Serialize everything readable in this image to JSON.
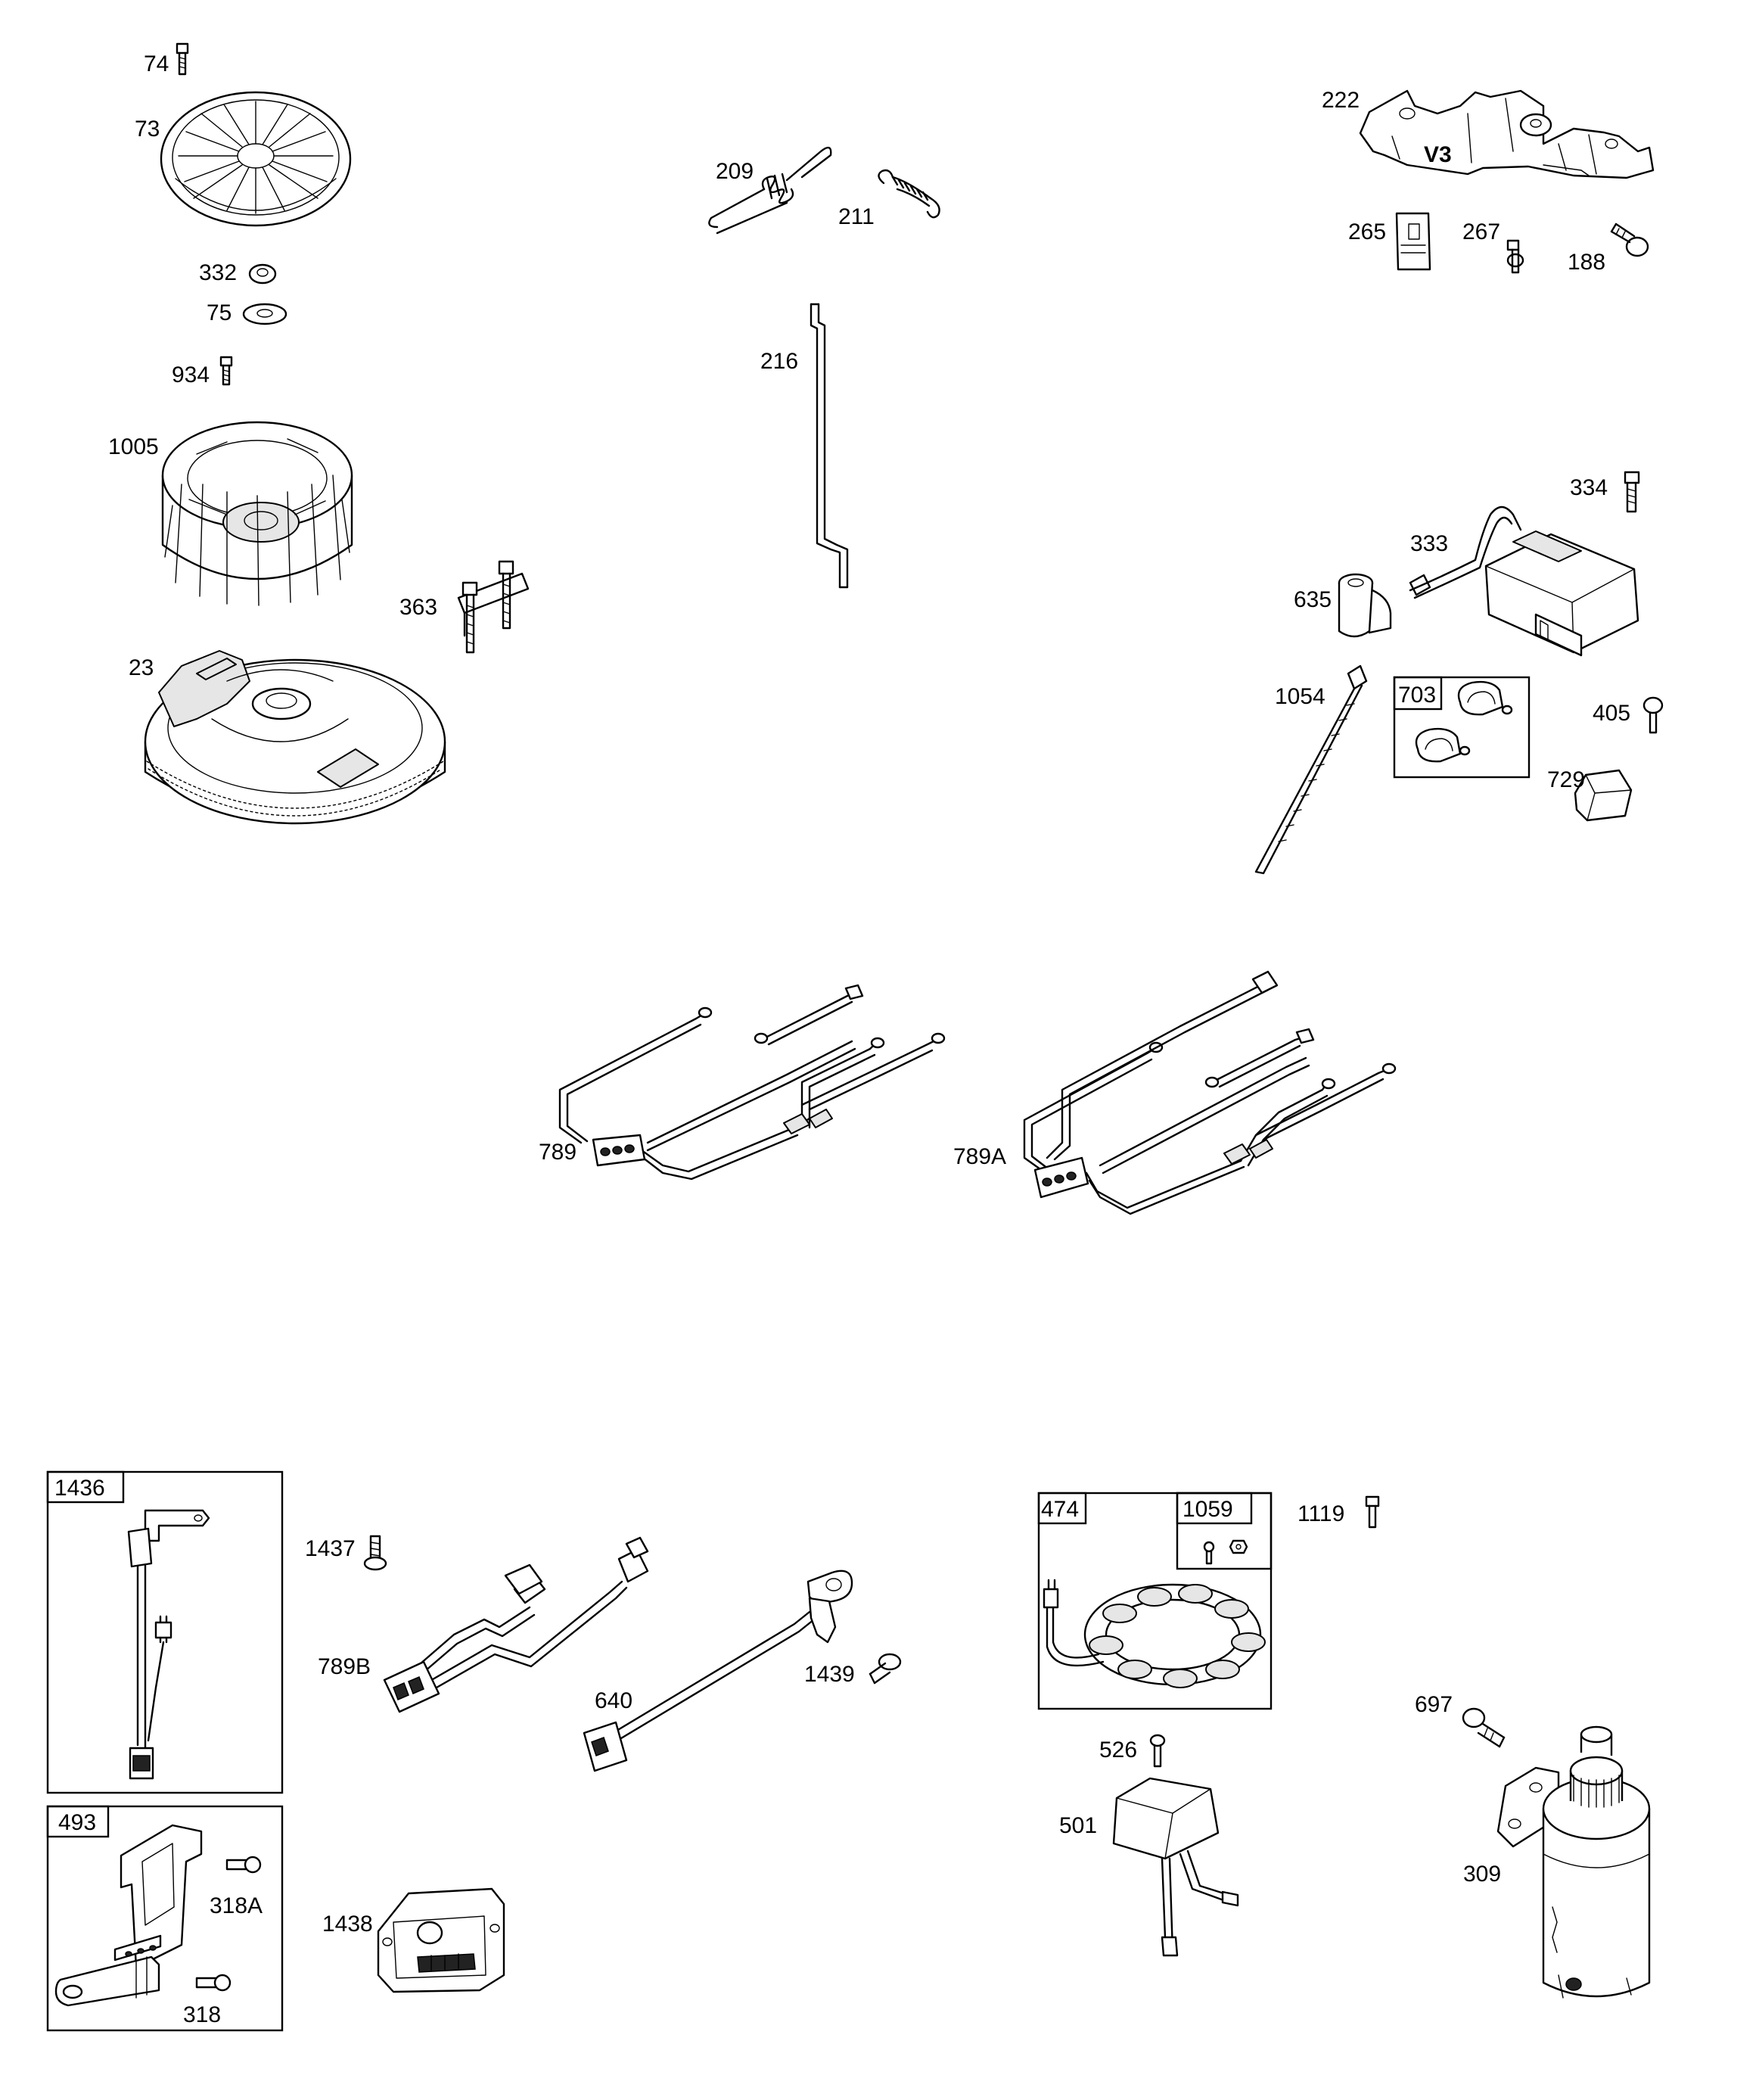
{
  "labels": {
    "p74": "74",
    "p73": "73",
    "p332": "332",
    "p75": "75",
    "p934": "934",
    "p1005": "1005",
    "p363": "363",
    "p23": "23",
    "p209": "209",
    "p211": "211",
    "p216": "216",
    "p222": "222",
    "pV3": "V3",
    "p265": "265",
    "p267": "267",
    "p188": "188",
    "p334": "334",
    "p333": "333",
    "p635": "635",
    "p1054": "1054",
    "p703": "703",
    "p405": "405",
    "p729": "729",
    "p789": "789",
    "p789A": "789A",
    "p1436": "1436",
    "p1437": "1437",
    "p789B": "789B",
    "p640": "640",
    "p1439": "1439",
    "p474": "474",
    "p1059": "1059",
    "p1119": "1119",
    "p697": "697",
    "p526": "526",
    "p501": "501",
    "p309": "309",
    "p493": "493",
    "p318A": "318A",
    "p318": "318",
    "p1438": "1438"
  }
}
